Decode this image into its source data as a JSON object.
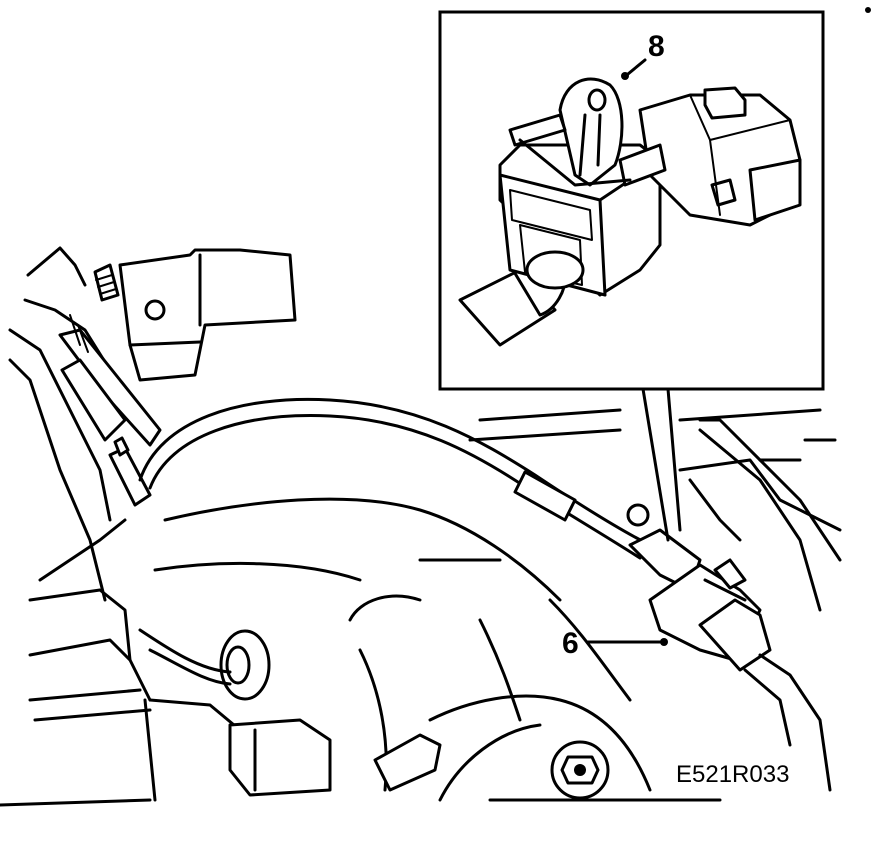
{
  "callouts": [
    {
      "label": "8",
      "target": "clip"
    },
    {
      "label": "6",
      "target": "connector"
    }
  ],
  "figure_ref": "E521R033",
  "colors": {
    "ink": "#000000",
    "paper": "#ffffff"
  }
}
